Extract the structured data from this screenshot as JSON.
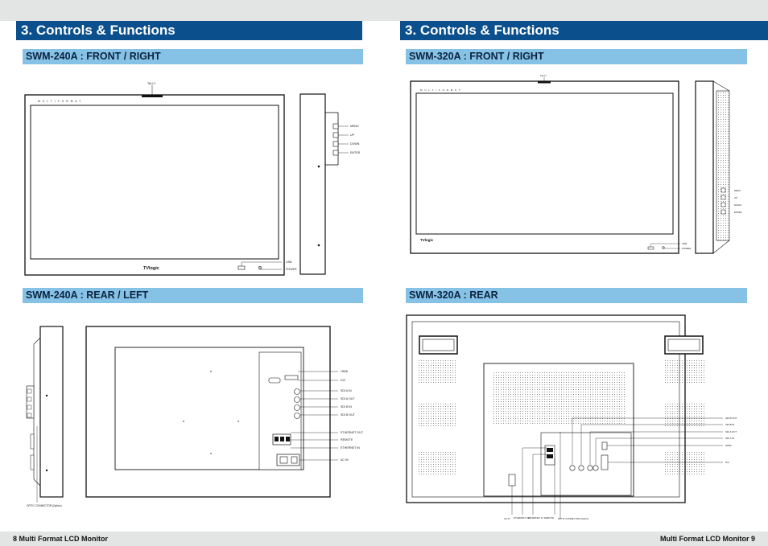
{
  "header": {
    "left_title": "3. Controls & Functions",
    "right_title": "3. Controls & Functions"
  },
  "sections": {
    "s240_front": "SWM-240A : FRONT / RIGHT",
    "s320_front": "SWM-320A : FRONT / RIGHT",
    "s240_rear": "SWM-240A : REAR / LEFT",
    "s320_rear": "SWM-320A : REAR"
  },
  "front240": {
    "tally": "TALLY",
    "multi_format": "M U L T I   F O R M A T",
    "logo": "TVlogic",
    "buttons": [
      "MENU",
      "UP",
      "DOWN",
      "ENTER"
    ],
    "usb": "USB",
    "power": "POWER"
  },
  "front320": {
    "tally": "TALLY",
    "multi_format": "M U L T I   F O R M A T",
    "logo": "TVlogic",
    "buttons": [
      "MENU",
      "UP",
      "DOWN",
      "ENTER"
    ],
    "usb": "USB",
    "power": "POWER"
  },
  "rear240": {
    "ports": [
      "HDMI",
      "DVI",
      "SDI A IN",
      "SDI A OUT",
      "SDI B IN",
      "SDI B OUT",
      "ETHERNET OUT",
      "REMOTE",
      "ETHERNET IN",
      "AC IN"
    ],
    "optic": "OPTIC CONNECTOR (Option)"
  },
  "rear320": {
    "right_ports": [
      "SDI B OUT",
      "SDI B IN",
      "SDI A OUT",
      "SDI A IN",
      "HDMI",
      "DVI"
    ],
    "bottom_ports": [
      "AC IN",
      "ETHERNET OUT",
      "ETHERNET IN",
      "REMOTE",
      "OPTIC CONNECTOR (Option)"
    ]
  },
  "footer": {
    "left": "8  Multi Format LCD Monitor",
    "right": "Multi Format LCD Monitor  9"
  }
}
